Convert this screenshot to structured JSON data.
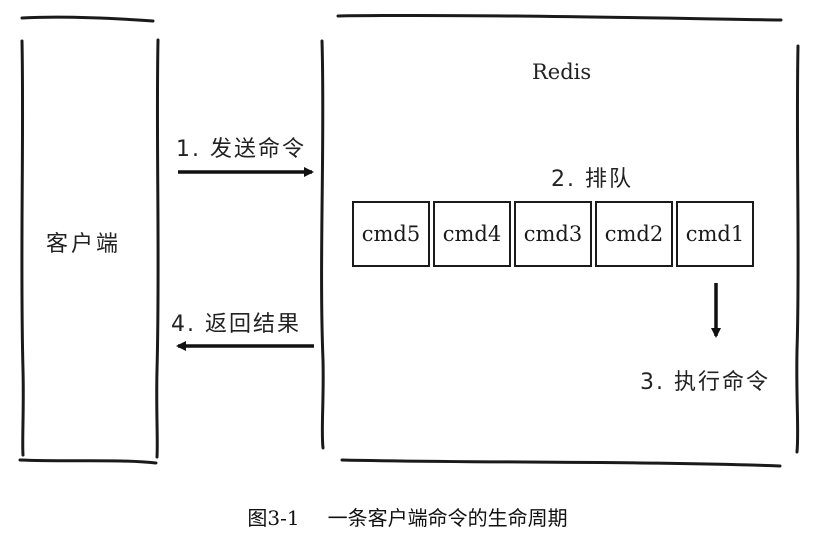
{
  "client": {
    "label": "客户端"
  },
  "server": {
    "title": "Redis"
  },
  "steps": {
    "send": "1. 发送命令",
    "queue": "2. 排队",
    "execute": "3. 执行命令",
    "return": "4. 返回结果"
  },
  "queue_commands": [
    "cmd5",
    "cmd4",
    "cmd3",
    "cmd2",
    "cmd1"
  ],
  "caption": {
    "number": "图3-1",
    "text": "一条客户端命令的生命周期"
  }
}
